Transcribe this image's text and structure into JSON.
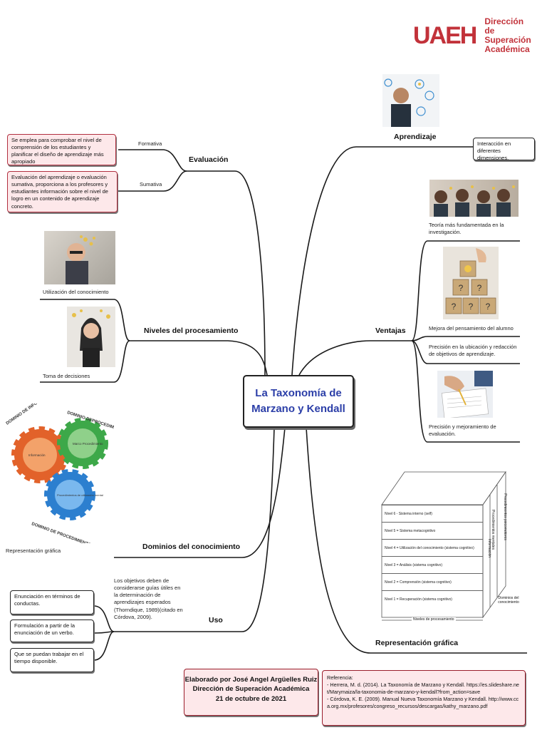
{
  "logo": {
    "mark": "UAEH",
    "line1": "Dirección",
    "line2": "de Superación",
    "line3": "Académica",
    "color": "#c2323a"
  },
  "center": {
    "line1": "La Taxonomía de",
    "line2": "Marzano y Kendall",
    "color": "#2c3fa8"
  },
  "evaluacion": {
    "title": "Evaluación",
    "formativa_label": "Formativa",
    "formativa_text": "Se emplea para comprobar el nivel de comprensión de los estudiantes y planificar el diseño de aprendizaje más apropiado",
    "sumativa_label": "Sumativa",
    "sumativa_text": "Evaluación del aprendizaje o evaluación sumativa, proporciona a los profesores y estudiantes información sobre el nivel de logro en un contenido de aprendizaje concreto."
  },
  "niveles": {
    "title": "Niveles del procesamiento",
    "item1": "Utilización del conocimiento",
    "item2": "Toma de decisiones"
  },
  "dominios": {
    "title": "Dominios del conocimiento",
    "caption": "Representación gráfica",
    "gear_orange": "DOMINIO DE INFORMACIÓN",
    "gear_green": "DOMINIO DEPROCEDIMIENTOS MENTALES",
    "gear_blue": "DOMINIO DE PROCEDIMIENTOS PSICOMOTORES",
    "gear_orange_inner": "Información",
    "gear_green_inner": "Marco Procedimiento",
    "gear_blue_inner": "Procedimientos de utilización mental"
  },
  "uso": {
    "title": "Uso",
    "description": "Los objetivos deben de considerarse guías útiles en la determinación de aprendizajes esperados (Thorndique, 1989)(citado en Córdova, 2009).",
    "item1": "Enunciación en términos de conductas.",
    "item2": "Formulación a partir de la enunciación de un verbo.",
    "item3": "Que se puedan trabajar en el tiempo disponible."
  },
  "aprendizaje": {
    "title": "Aprendizaje",
    "text": "Interacción en diferentes dimensiones."
  },
  "ventajas": {
    "title": "Ventajas",
    "item1": "Teoría más fundamentada en la investigación.",
    "item2": "Mejora del pensamiento del alumno",
    "item3": "Precisión en la ubicación y redacción de objetivos de aprendizaje.",
    "item4": "Precisión y mejoramiento de evaluación."
  },
  "representacion": {
    "title": "Representación gráfica",
    "levels": [
      "Nivel 6 - Sistema interno (self)",
      "Nivel 5 = Sistema metacognitivo",
      "Nivel 4 = Utilización del conocimiento (sistema cognitivo)",
      "Nivel 3 = Análisis (sistema cognitivo)",
      "Nivel 2 = Comprensión (sistema cognitivo)",
      "Nivel 1 = Recuperación (sistema cognitivo)"
    ],
    "side1": "Información",
    "side2": "Procedimientos mentales",
    "side3": "Procedimientos psicomotores",
    "bottom": "Niveles de procesamiento",
    "corner": "Dominios del conocimiento"
  },
  "footer": {
    "author": "Elaborado por José Angel Argüelles Ruiz",
    "dept": "Dirección de Superación Académica",
    "date": "21 de octubre de 2021",
    "ref_title": "Referencia:",
    "ref1": "- Herrera, M. d. (2014). La Taxonomía de Marzano y Kendall. https://es.slideshare.net/Marymaiza/la-taxonomia-de-marzano-y-kendall?from_action=save",
    "ref2": "- Córdova, K. E. (2009). Manual Nueva Taxonomía Marzano y Kendall. http://www.cca.org.mx/profesores/congreso_recursos/descargas/kathy_marzano.pdf"
  }
}
